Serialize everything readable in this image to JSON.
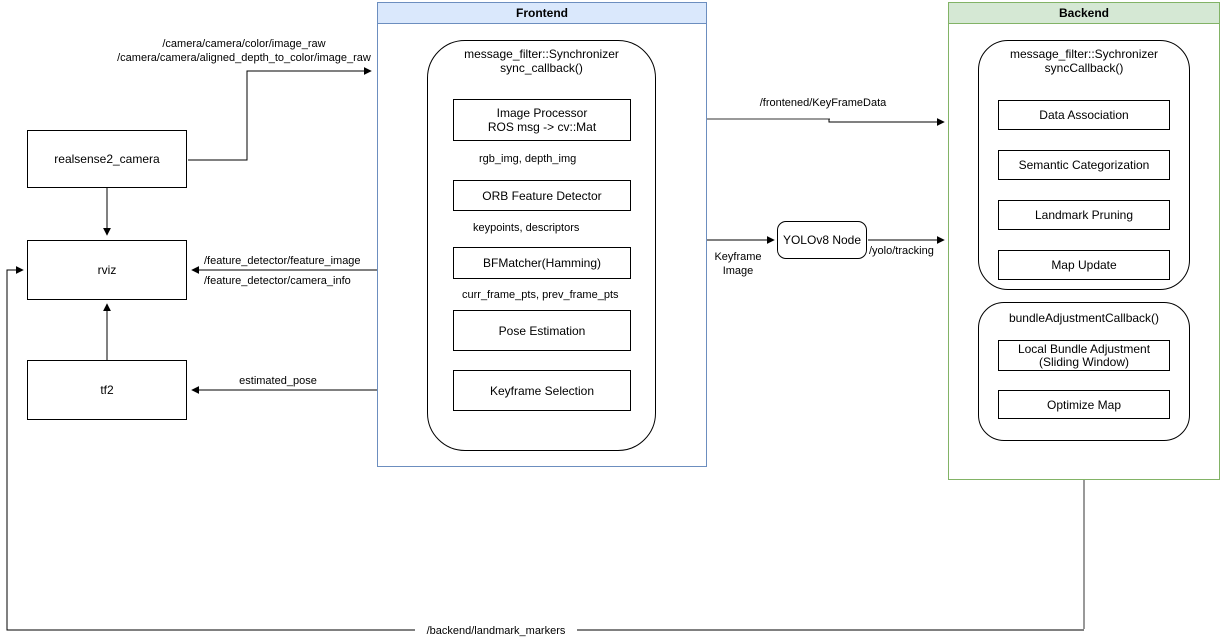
{
  "colors": {
    "frontend_border": "#6c8ebf",
    "frontend_header_bg": "#dae8fc",
    "backend_border": "#82b366",
    "backend_header_bg": "#d5e8d4",
    "edge_gray": "#999999",
    "edge_black": "#000000"
  },
  "nodes": {
    "realsense": "realsense2_camera",
    "rviz": "rviz",
    "tf2": "tf2",
    "yolo": "YOLOv8 Node"
  },
  "frontend": {
    "title": "Frontend",
    "sync": {
      "line1": "message_filter::Synchronizer",
      "line2": "sync_callback()"
    },
    "image_processor": {
      "line1": "Image Processor",
      "line2": "ROS msg -> cv::Mat"
    },
    "orb": "ORB Feature Detector",
    "bfmatcher": "BFMatcher(Hamming)",
    "pose": "Pose Estimation",
    "keyframe_selection": "Keyframe Selection",
    "labels": {
      "rgb_depth": "rgb_img, depth_img",
      "keypoints": "keypoints, descriptors",
      "frame_pts": "curr_frame_pts, prev_frame_pts"
    }
  },
  "backend": {
    "title": "Backend",
    "sync": {
      "line1": "message_filter::Sychronizer",
      "line2": "syncCallback()"
    },
    "data_association": "Data Association",
    "semantic_categorization": "Semantic Categorization",
    "landmark_pruning": "Landmark Pruning",
    "map_update": "Map Update",
    "bundle_callback": "bundleAdjustmentCallback()",
    "local_ba": {
      "line1": "Local Bundle Adjustment",
      "line2": "(Sliding Window)"
    },
    "optimize_map": "Optimize Map"
  },
  "edges": {
    "camera_color": "/camera/camera/color/image_raw",
    "camera_depth": "/camera/camera/aligned_depth_to_color/image_raw",
    "keyframedata": "/frontened/KeyFrameData",
    "feature_image": "/feature_detector/feature_image",
    "camera_info": "/feature_detector/camera_info",
    "estimated_pose": "estimated_pose",
    "keyframe_img": {
      "line1": "Keyframe",
      "line2": "Image"
    },
    "yolo_tracking": "/yolo/tracking",
    "landmark_markers": "/backend/landmark_markers"
  }
}
